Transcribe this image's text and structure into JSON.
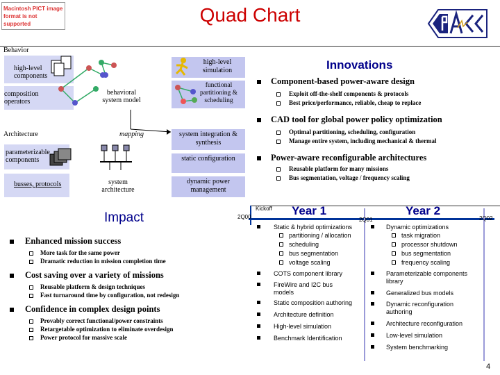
{
  "header": {
    "pict_notice": "Macintosh PICT image format is not supported",
    "title": "Quad Chart"
  },
  "behavior": {
    "section_label": "Behavior",
    "high_level_components": "high-level components",
    "composition_operators": "composition operators",
    "behavioral_system_model": "behavioral system model",
    "high_level_simulation": "high-level simulation",
    "functional_partitioning": "functional partitioning & scheduling",
    "architecture_label": "Architecture",
    "mapping_label": "mapping",
    "system_integration": "system integration & synthesis",
    "parameterizable_components": "parameterizable components",
    "static_configuration": "static configuration",
    "busses_protocols": "busses, protocols",
    "system_architecture": "system architecture",
    "dynamic_power_management": "dynamic power management"
  },
  "innovations": {
    "title": "Innovations",
    "items": [
      {
        "text": "Component-based power-aware design",
        "subs": [
          "Exploit off-the-shelf components & protocols",
          "Best price/performance, reliable, cheap to replace"
        ]
      },
      {
        "text": "CAD tool for global power policy optimization",
        "subs": [
          "Optimal partitioning, scheduling, configuration",
          "Manage entire system, including mechanical & thermal"
        ]
      },
      {
        "text": "Power-aware reconfigurable architectures",
        "subs": [
          "Reusable platform for many missions",
          "Bus segmentation, voltage / frequency scaling"
        ]
      }
    ]
  },
  "impact": {
    "title": "Impact",
    "items": [
      {
        "text": "Enhanced mission success",
        "subs": [
          "More task for the same power",
          "Dramatic reduction in mission completion time"
        ]
      },
      {
        "text": "Cost saving over a variety of missions",
        "subs": [
          "Reusable platform & design techniques",
          "Fast turnaround time by configuration, not redesign"
        ]
      },
      {
        "text": "Confidence in complex design points",
        "subs": [
          "Provably correct functional/power constraints",
          "Retargetable optimization to eliminate overdesign",
          "Power protocol for massive scale"
        ]
      }
    ]
  },
  "schedule": {
    "kickoff": "Kickoff",
    "tick_2q00": "2Q00",
    "tick_2q01": "2Q01",
    "tick_2q02": "2Q02",
    "year1_title": "Year 1",
    "year2_title": "Year 2",
    "year1": [
      {
        "text": "Static & hybrid optimizations",
        "subs": [
          "partitioning / allocation",
          "scheduling",
          "bus segmentation",
          "voltage scaling"
        ]
      },
      {
        "text": "COTS component library",
        "subs": []
      },
      {
        "text": "FireWire and I2C bus models",
        "subs": []
      },
      {
        "text": "Static composition authoring",
        "subs": []
      },
      {
        "text": "Architecture definition",
        "subs": []
      },
      {
        "text": "High-level simulation",
        "subs": []
      },
      {
        "text": "Benchmark Identification",
        "subs": []
      }
    ],
    "year2": [
      {
        "text": "Dynamic optimizations",
        "subs": [
          "task migration",
          "processor shutdown",
          "bus segmentation",
          "frequency scaling"
        ]
      },
      {
        "text": "Parameterizable components library",
        "subs": []
      },
      {
        "text": "Generalized bus models",
        "subs": []
      },
      {
        "text": "Dynamic reconfiguration authoring",
        "subs": []
      },
      {
        "text": "Architecture reconfiguration",
        "subs": []
      },
      {
        "text": "Low-level simulation",
        "subs": []
      },
      {
        "text": "System benchmarking",
        "subs": []
      }
    ]
  },
  "page_number": "4",
  "colors": {
    "title": "#cc0000",
    "heading_blue": "#00008b",
    "box_fill": "#c3c6ef",
    "schedule_line": "#003399"
  }
}
